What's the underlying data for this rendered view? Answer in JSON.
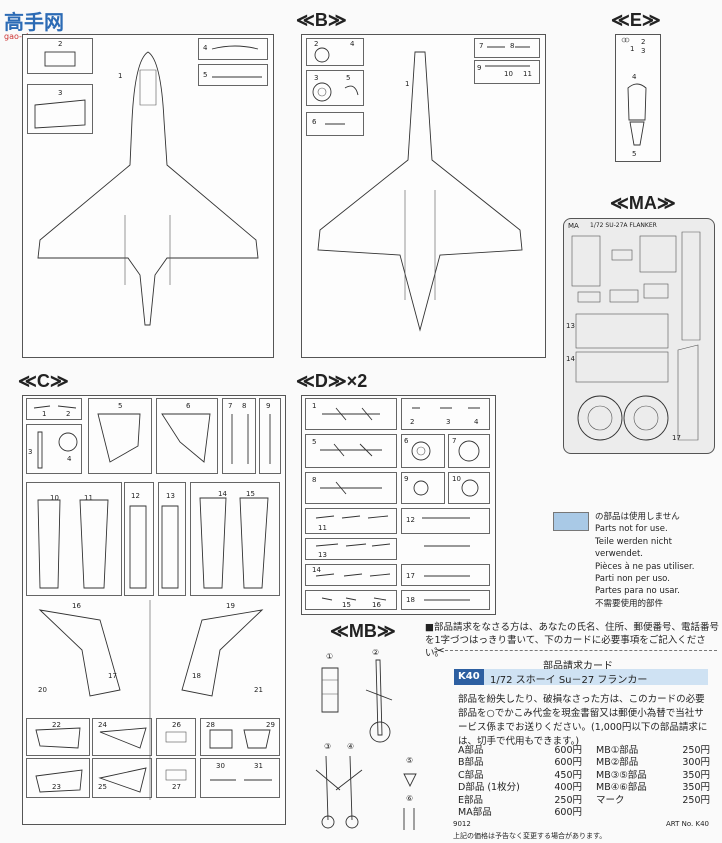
{
  "watermark": {
    "brand": "高手网",
    "url": "gao-shou.com"
  },
  "groups": {
    "b": "≪B≫",
    "e": "≪E≫",
    "ma": "≪MA≫",
    "c": "≪C≫",
    "d": "≪D≫×2",
    "mb": "≪MB≫"
  },
  "parts_a": [
    "1",
    "2",
    "3",
    "4",
    "5"
  ],
  "parts_b": [
    "1",
    "2",
    "3",
    "4",
    "5",
    "6",
    "7",
    "8",
    "9",
    "10",
    "11"
  ],
  "parts_e": [
    "1",
    "2",
    "3",
    "4",
    "5"
  ],
  "parts_c": [
    "1",
    "2",
    "3",
    "4",
    "5",
    "6",
    "7",
    "8",
    "9",
    "10",
    "11",
    "12",
    "13",
    "14",
    "15",
    "16",
    "17",
    "18",
    "19",
    "20",
    "21",
    "22",
    "23",
    "24",
    "25",
    "26",
    "27",
    "28",
    "29",
    "30",
    "31"
  ],
  "parts_d": [
    "1",
    "2",
    "3",
    "4",
    "5",
    "6",
    "7",
    "8",
    "9",
    "10",
    "11",
    "12",
    "13",
    "14",
    "15",
    "16",
    "17",
    "18"
  ],
  "parts_ma": [
    "MA",
    "1/72 SU-27A FLANKER",
    "13",
    "14",
    "17"
  ],
  "parts_mb": [
    "①",
    "②",
    "③",
    "④",
    "⑤",
    "⑥"
  ],
  "legend": {
    "swatch_color": "#a9c9e6",
    "lines": [
      "の部品は使用しません",
      "Parts not for use.",
      "Teile werden nicht verwendet.",
      "Pièces à ne pas utiliser.",
      "Parti non per uso.",
      "Partes para no usar.",
      "不需要使用的部件"
    ]
  },
  "order": {
    "intro": "■部品請求をなさる方は、あなたの氏名、住所、郵便番号、電話番号を1字づつはっきり書いて、下のカードに必要事項をご記入ください。",
    "scissors": "✂",
    "card_title": "部品請求カード",
    "kit_code": "K40",
    "kit_name": "1/72 スホーイ Su－27 フランカー",
    "body": "部品を紛失したり、破損なさった方は、このカードの必要部品を○でかこみ代金を現金書留又は郵便小為替で当社サービス係までお送りください。(1,000円以下の部品請求には、切手で代用もできます。)",
    "prices_left": [
      {
        "label": "A部品",
        "price": "600円"
      },
      {
        "label": "B部品",
        "price": "600円"
      },
      {
        "label": "C部品",
        "price": "450円"
      },
      {
        "label": "D部品 (1枚分)",
        "price": "400円"
      },
      {
        "label": "E部品",
        "price": "250円"
      },
      {
        "label": "MA部品",
        "price": "600円"
      }
    ],
    "prices_right": [
      {
        "label": "MB①部品",
        "price": "250円"
      },
      {
        "label": "MB②部品",
        "price": "300円"
      },
      {
        "label": "MB③⑤部品",
        "price": "350円"
      },
      {
        "label": "MB④⑥部品",
        "price": "350円"
      },
      {
        "label": "マーク",
        "price": "250円"
      }
    ],
    "code_left": "9012",
    "art_no": "ART No. K40",
    "footnote": "上記の価格は予告なく変更する場合があります。"
  }
}
